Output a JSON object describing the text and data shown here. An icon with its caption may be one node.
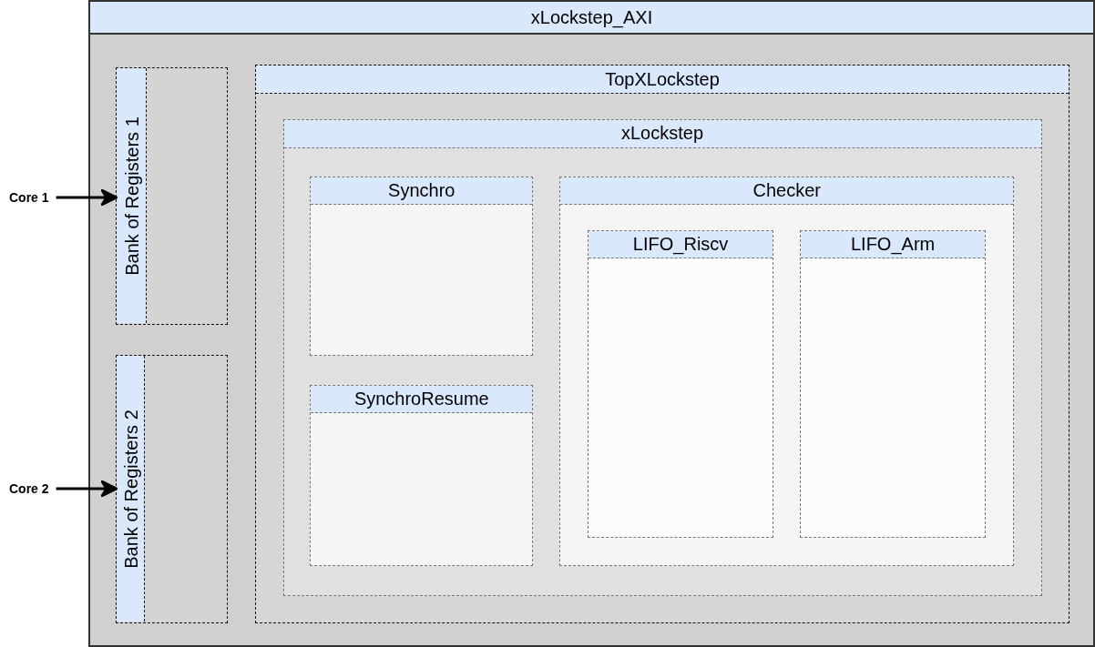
{
  "diagram": {
    "nodes": [
      {
        "text": [
          "xLockstep_AXI"
        ]
      },
      {
        "text": [
          "Bank of Registers 1"
        ],
        "in": 0
      },
      {
        "text": [
          "Bank of Registers 2"
        ],
        "in": 0
      },
      {
        "text": [
          "TopXLockstep"
        ],
        "in": 0
      },
      {
        "text": [
          "xLockstep"
        ],
        "in": 3
      },
      {
        "text": [
          "Synchro"
        ],
        "in": 4
      },
      {
        "text": [
          "SynchroResume"
        ],
        "in": 4
      },
      {
        "text": [
          "Checker"
        ],
        "in": 4
      },
      {
        "text": [
          "LIFO_Riscv"
        ],
        "in": 7
      },
      {
        "text": [
          "LIFO_Arm"
        ],
        "in": 7
      },
      {
        "text": [
          "Core 1"
        ]
      },
      {
        "text": [
          "Core 2"
        ]
      }
    ],
    "edges": [
      {
        "from": 10,
        "to": 1,
        "arrow": "to"
      },
      {
        "from": 11,
        "to": 2,
        "arrow": "to"
      }
    ]
  }
}
